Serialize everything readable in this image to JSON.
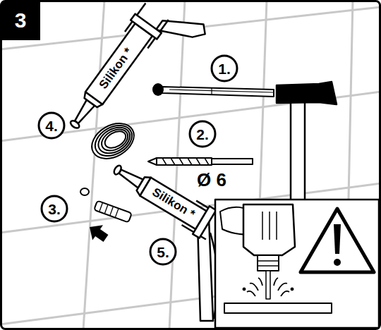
{
  "diagram": {
    "nodes": [
      {
        "text": [
          "3"
        ]
      },
      {
        "text": [
          "1."
        ]
      },
      {
        "text": [
          "2."
        ]
      },
      {
        "text": [
          "3."
        ]
      },
      {
        "text": [
          "4."
        ]
      },
      {
        "text": [
          "5."
        ]
      }
    ],
    "labels": [
      "Silikon *",
      "Ø 6",
      "Silikon *"
    ]
  }
}
